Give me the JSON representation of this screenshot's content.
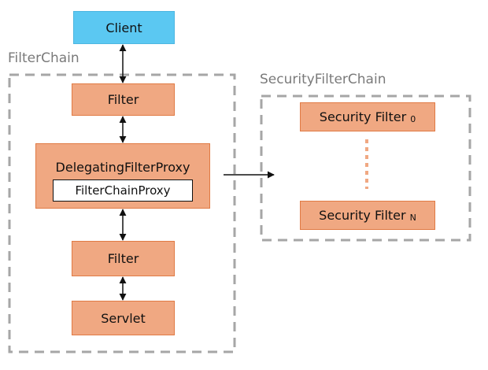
{
  "groups": {
    "filter_chain": "FilterChain",
    "security_filter_chain": "SecurityFilterChain"
  },
  "nodes": {
    "client": "Client",
    "filter_top": "Filter",
    "delegating_filter_proxy": "DelegatingFilterProxy",
    "filter_chain_proxy": "FilterChainProxy",
    "filter_bottom": "Filter",
    "servlet": "Servlet",
    "security_filter_0": {
      "label": "Security Filter",
      "subscript": "0"
    },
    "security_filter_n": {
      "label": "Security Filter",
      "subscript": "N"
    }
  },
  "colors": {
    "client": "#5bc8f2",
    "filter_fill": "#f0a882",
    "filter_border": "#e07a44",
    "group_border": "#a6a6a6",
    "group_label": "#7a7a7a"
  }
}
